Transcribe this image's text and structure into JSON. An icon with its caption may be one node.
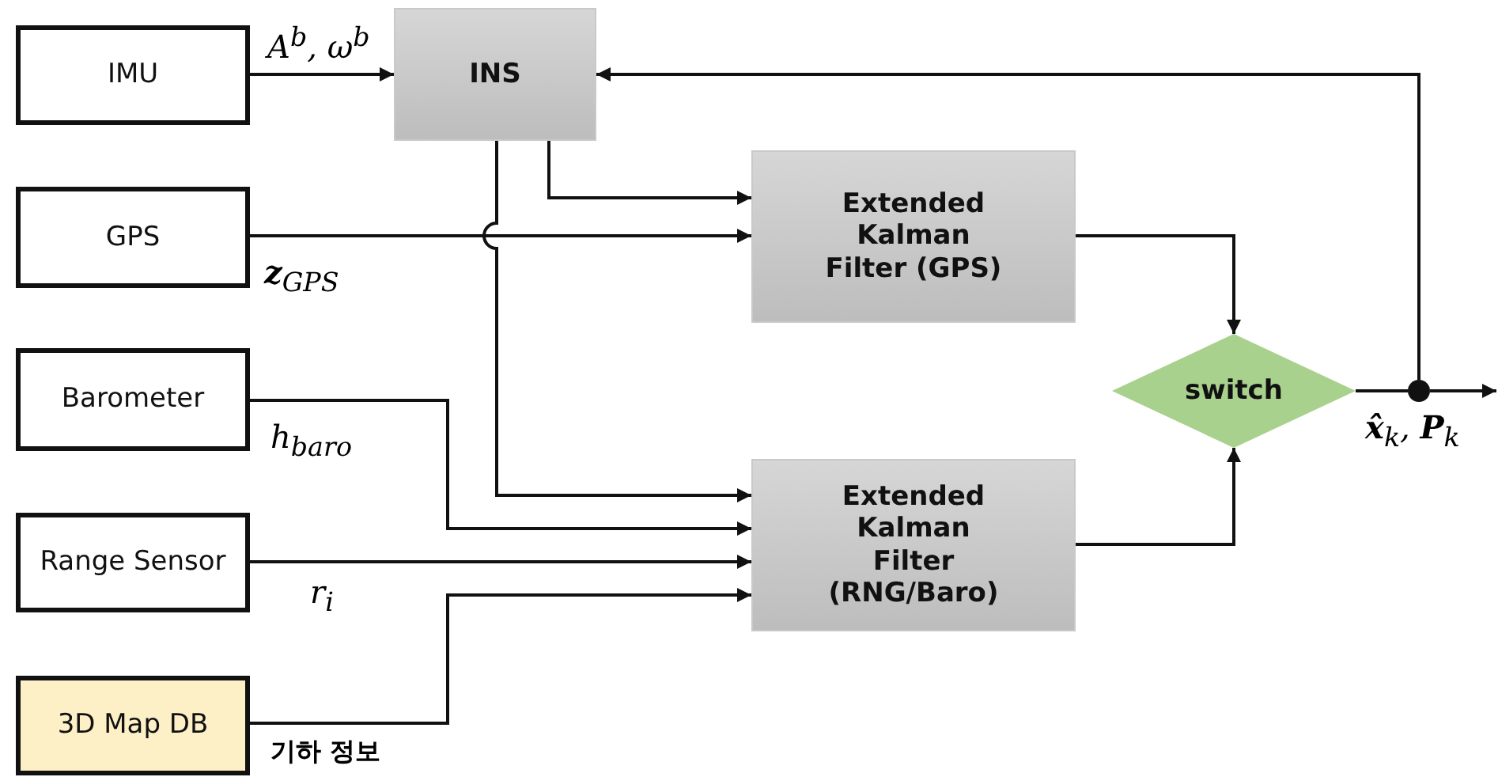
{
  "diagram": {
    "nodes": [
      {
        "text": [
          "IMU"
        ]
      },
      {
        "text": [
          "INS"
        ]
      },
      {
        "text": [
          "GPS"
        ]
      },
      {
        "text": [
          "Extended Kalman Filter (GPS)"
        ]
      },
      {
        "text": [
          "Barometer"
        ]
      },
      {
        "text": [
          "Range Sensor"
        ]
      },
      {
        "text": [
          "Extended Kalman Filter (RNG/Baro)"
        ]
      },
      {
        "text": [
          "3D Map DB"
        ]
      },
      {
        "text": [
          "switch"
        ]
      },
      {
        "text": [],
        "shape": "circle"
      }
    ],
    "edges": [
      {
        "from": 0,
        "to": 1,
        "arrow": "to",
        "label": "A$^{b}$, ω$^{b}$"
      },
      {
        "from": 1,
        "to": 3,
        "arrow": "to"
      },
      {
        "from": 2,
        "to": 3,
        "arrow": "to",
        "label": "**z**$_{GPS}$"
      },
      {
        "from": 1,
        "to": 6,
        "arrow": "to"
      },
      {
        "from": 4,
        "to": 6,
        "arrow": "to",
        "label": "h$_{baro}$"
      },
      {
        "from": 5,
        "to": 6,
        "arrow": "to",
        "label": "r$_{i}$"
      },
      {
        "from": 7,
        "to": 6,
        "arrow": "to",
        "label": "기하 정보"
      },
      {
        "from": 3,
        "to": 8,
        "arrow": "to"
      },
      {
        "from": 6,
        "to": 8,
        "arrow": "to"
      },
      {
        "from": 8,
        "to": 9,
        "arrow": "none"
      },
      {
        "from": 9,
        "to": 1,
        "arrow": "to"
      },
      {
        "from": 9,
        "to": null,
        "arrow": "to",
        "label": "**x̂**$_{k}$, **P**$_{k}$"
      }
    ]
  }
}
